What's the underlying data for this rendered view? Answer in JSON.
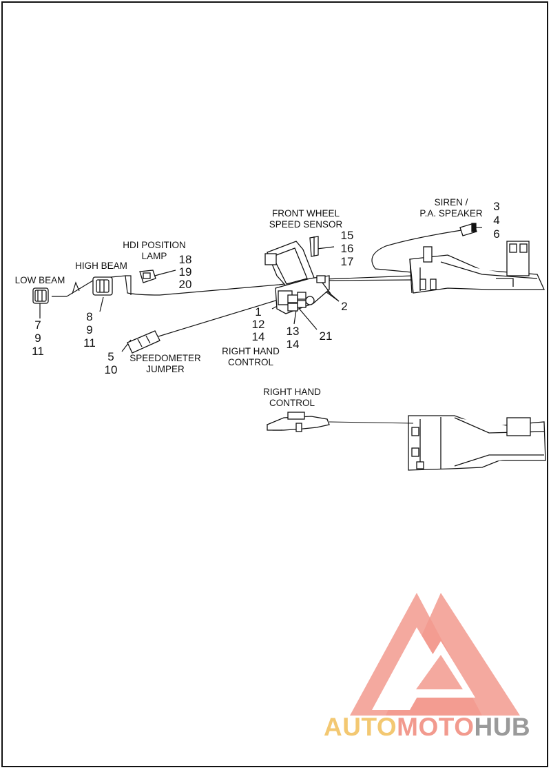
{
  "labels": {
    "siren_speaker": "SIREN /\nP.A. SPEAKER",
    "front_wheel_speed_sensor": "FRONT WHEEL\nSPEED SENSOR",
    "hdi_position_lamp": "HDI POSITION\nLAMP",
    "high_beam": "HIGH BEAM",
    "low_beam": "LOW BEAM",
    "speedometer_jumper": "SPEEDOMETER\nJUMPER",
    "right_hand_control_upper": "RIGHT HAND\nCONTROL",
    "right_hand_control_lower": "RIGHT HAND\nCONTROL"
  },
  "callouts": {
    "siren": [
      "3",
      "4",
      "6"
    ],
    "speed_sensor": [
      "15",
      "16",
      "17"
    ],
    "hdi_lamp": [
      "18",
      "19",
      "20"
    ],
    "high_beam": [
      "8",
      "9",
      "11"
    ],
    "low_beam": [
      "7",
      "9",
      "11"
    ],
    "speedometer": [
      "5",
      "10"
    ],
    "left_switch": [
      "1",
      "12",
      "14"
    ],
    "center_switch": [
      "13",
      "14"
    ],
    "ground": "21",
    "harness_clip": "2"
  },
  "logo": {
    "part1": "AUTO",
    "part2": "MOTO",
    "part3": "HUB",
    "color_red": "#f29a8e",
    "color_yellow": "#f3c872",
    "color_gray": "#9a9a9a"
  }
}
